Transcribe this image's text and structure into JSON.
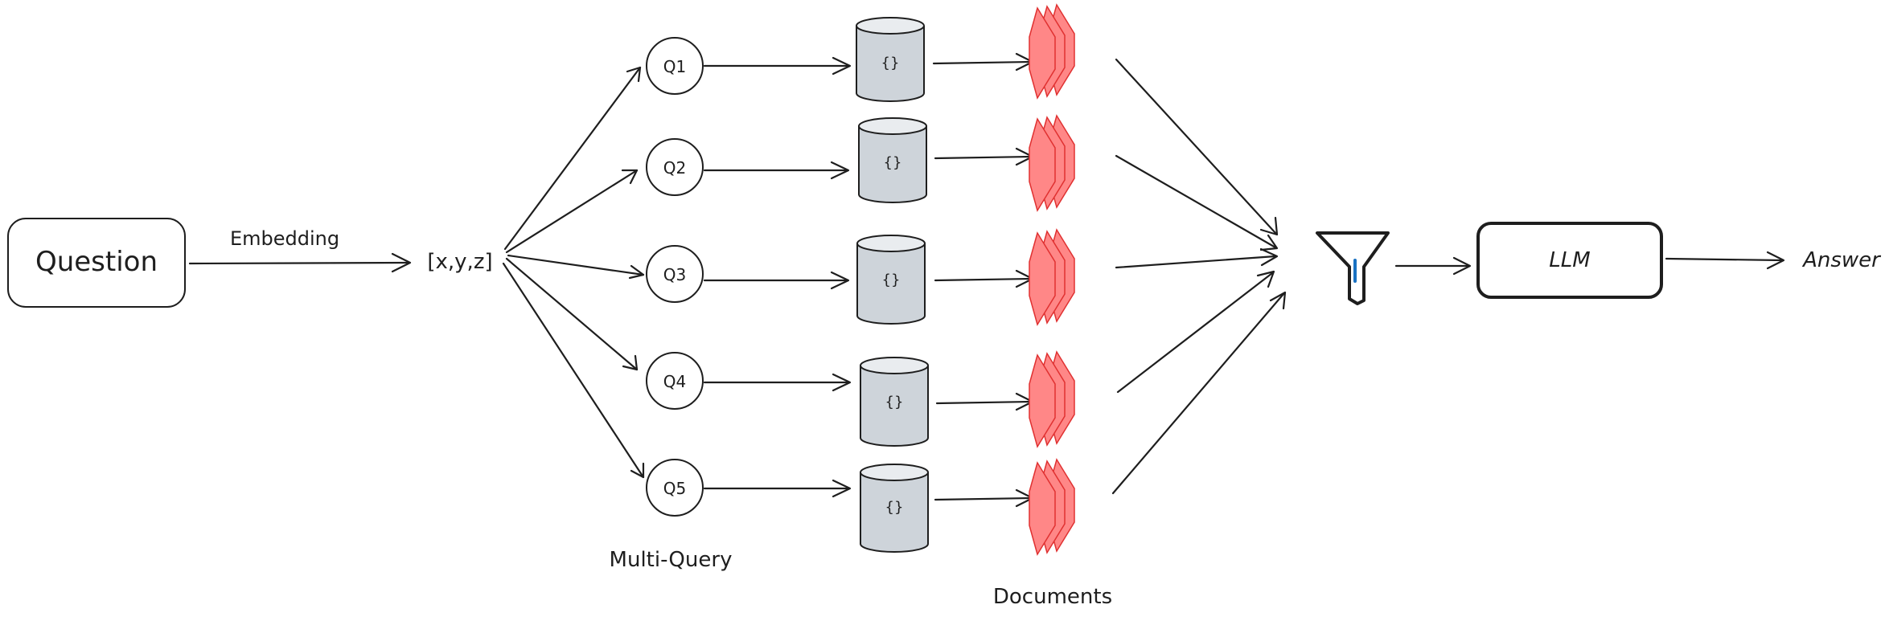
{
  "diagram": {
    "question_label": "Question",
    "embedding_label": "Embedding",
    "vector_label": "[x,y,z]",
    "queries": [
      "Q1",
      "Q2",
      "Q3",
      "Q4",
      "Q5"
    ],
    "db_glyph": "{}",
    "multi_query_label": "Multi-Query",
    "documents_label": "Documents",
    "llm_label": "LLM",
    "answer_label": "Answer"
  },
  "colors": {
    "stroke": "#1e1e1e",
    "db_fill": "#ced4da",
    "doc_fill": "#ff8787",
    "doc_stroke": "#e03131",
    "filter_accent": "#1971c2"
  }
}
